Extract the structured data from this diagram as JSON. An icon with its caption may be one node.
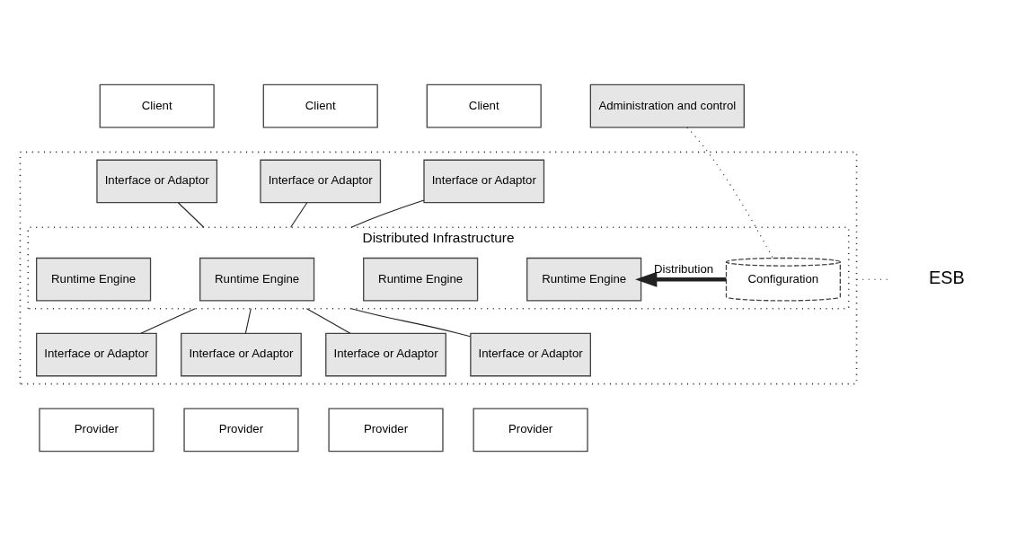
{
  "diagram": {
    "nodes": [
      {
        "text": [
          "Administration and control"
        ]
      },
      {
        "text": [
          "Client"
        ]
      },
      {
        "text": [
          "Client"
        ]
      },
      {
        "text": [
          "Client"
        ]
      },
      {
        "text": [],
        "shape": "box"
      },
      {
        "text": [
          "Interface or Adaptor"
        ],
        "in": 4
      },
      {
        "text": [
          "Interface or Adaptor"
        ],
        "in": 4
      },
      {
        "text": [
          "Interface or Adaptor"
        ],
        "in": 4
      },
      {
        "text": [
          "Distributed Infrastructure"
        ],
        "in": 4
      },
      {
        "text": [
          "Runtime Engine"
        ],
        "in": 8
      },
      {
        "text": [
          "Runtime Engine"
        ],
        "in": 8
      },
      {
        "text": [
          "Runtime Engine"
        ],
        "in": 8
      },
      {
        "text": [
          "Runtime Engine"
        ],
        "in": 8
      },
      {
        "text": [
          "Configuration"
        ],
        "in": 8
      },
      {
        "text": [
          "Interface or Adaptor"
        ],
        "in": 4
      },
      {
        "text": [
          "Interface or Adaptor"
        ],
        "in": 4
      },
      {
        "text": [
          "Interface or Adaptor"
        ],
        "in": 4
      },
      {
        "text": [
          "Interface or Adaptor"
        ],
        "in": 4
      },
      {
        "text": [
          "Provider"
        ]
      },
      {
        "text": [
          "Provider"
        ]
      },
      {
        "text": [
          "Provider"
        ]
      },
      {
        "text": [
          "Provider"
        ]
      },
      {
        "text": [
          "ESB"
        ]
      }
    ],
    "edges": [
      {
        "from": 5,
        "to": 8,
        "arrow": "none"
      },
      {
        "from": 6,
        "to": 8,
        "arrow": "none"
      },
      {
        "from": 7,
        "to": 8,
        "arrow": "none"
      },
      {
        "from": 0,
        "to": 13,
        "arrow": "none",
        "style": "dashed"
      },
      {
        "from": 13,
        "to": 12,
        "arrow": "to",
        "label": "Distribution",
        "style": "thick"
      },
      {
        "from": 8,
        "to": 14,
        "arrow": "none"
      },
      {
        "from": 8,
        "to": 15,
        "arrow": "none"
      },
      {
        "from": 8,
        "to": 16,
        "arrow": "none"
      },
      {
        "from": 8,
        "to": 17,
        "arrow": "none"
      },
      {
        "from": 4,
        "to": 22,
        "arrow": "none",
        "style": "dashed"
      }
    ]
  }
}
